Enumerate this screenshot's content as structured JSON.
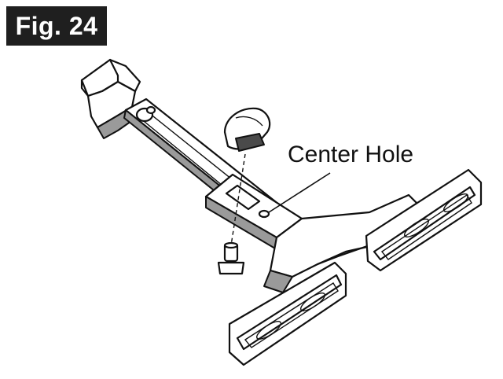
{
  "figure": {
    "label": "Fig. 24"
  },
  "callouts": [
    {
      "id": "center-hole",
      "text": "Center Hole"
    }
  ],
  "colors": {
    "badge_background": "#1f1f1f",
    "badge_text": "#ffffff",
    "line": "#111111",
    "shade": "#9a9a9a"
  }
}
